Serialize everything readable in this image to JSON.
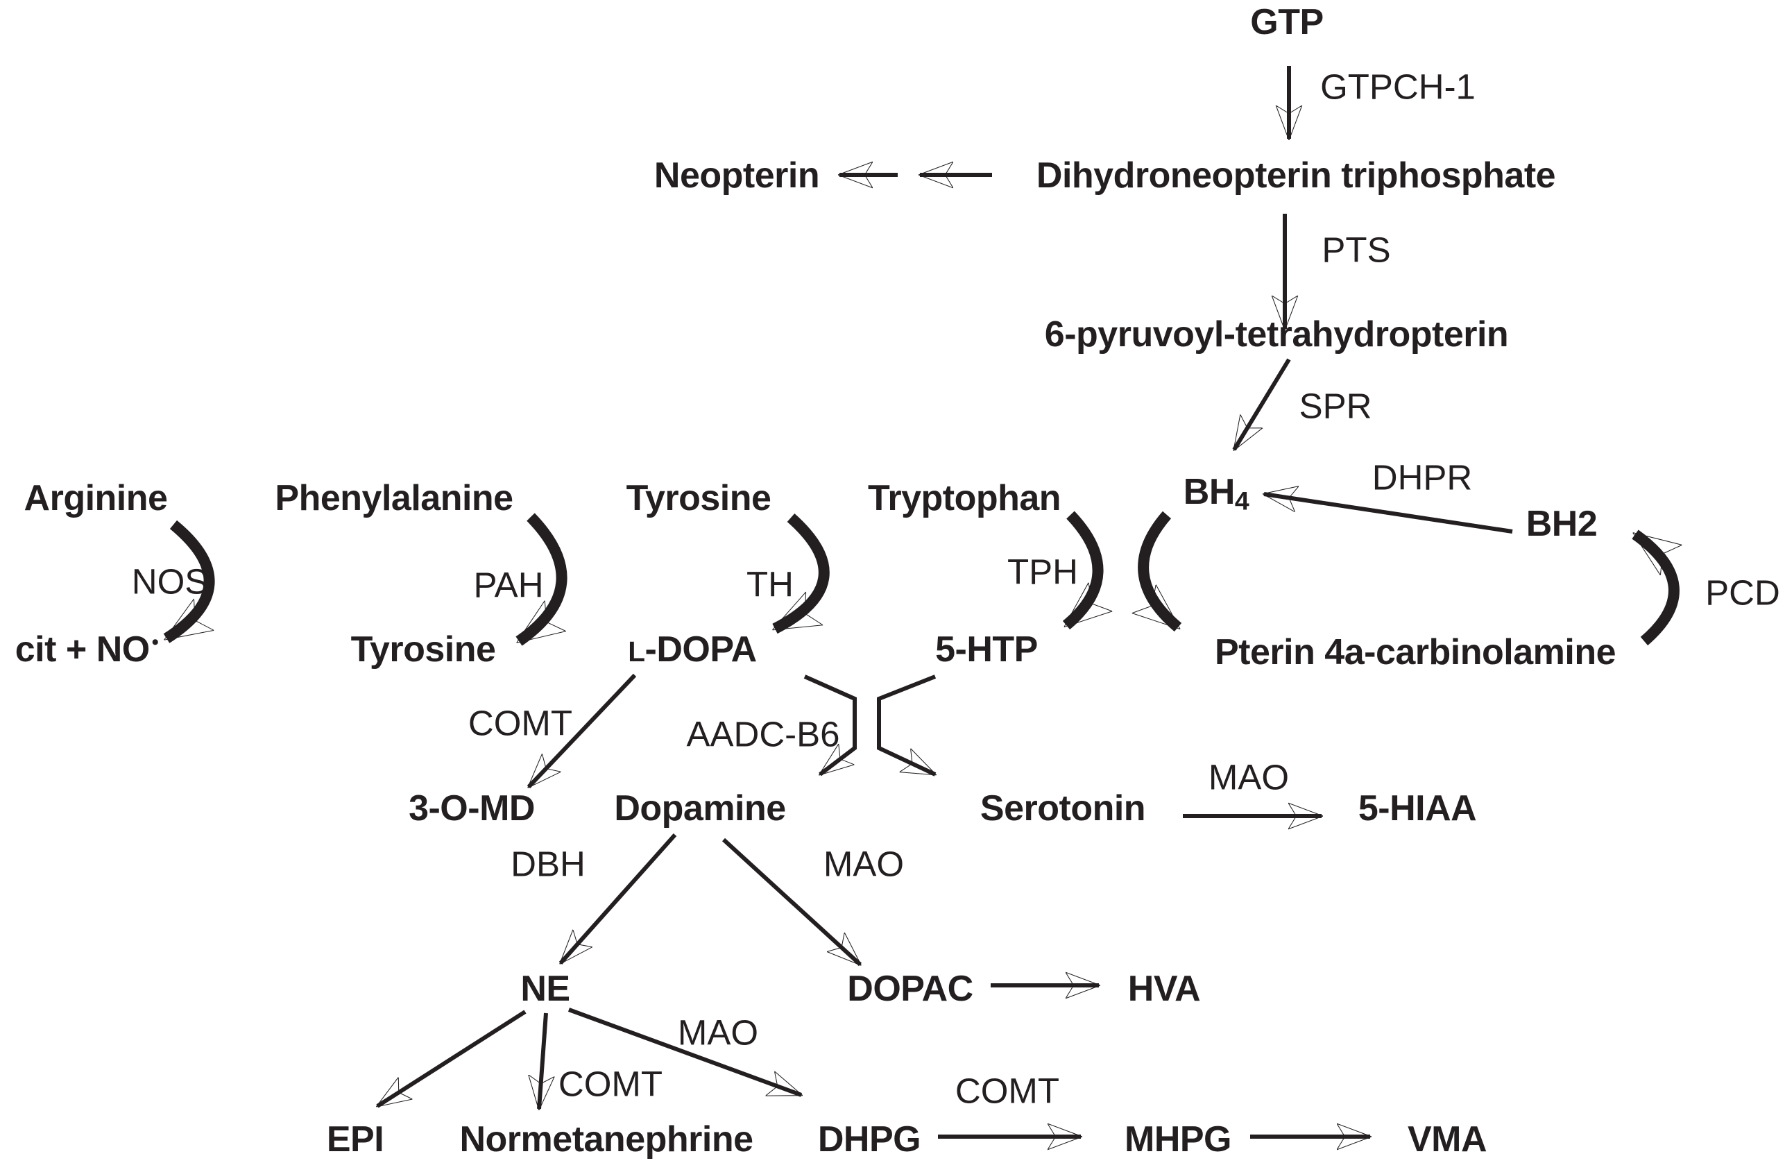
{
  "figure": {
    "description": "Tetrahydrobiopterin (BH4) synthesis and monoamine neurotransmitter metabolism pathway diagram",
    "ink_color": "#231f20",
    "background_color": "#ffffff",
    "nodes": {
      "gtp": "GTP",
      "dihydroneopterin": "Dihydroneopterin triphosphate",
      "neopterin": "Neopterin",
      "pyruvoyl": "6-pyruvoyl-tetrahydropterin",
      "bh4": {
        "base": "BH",
        "sub": "4"
      },
      "bh2": "BH2",
      "arginine": "Arginine",
      "phenylalanine": "Phenylalanine",
      "tyrosine_substrate": "Tyrosine",
      "tryptophan": "Tryptophan",
      "cit_no": {
        "text": "cit + NO",
        "radical": "•"
      },
      "tyrosine_product": "Tyrosine",
      "l_dopa": {
        "lead": "L",
        "rest": "-DOPA"
      },
      "htp_5": "5-HTP",
      "pterin": "Pterin 4a-carbinolamine",
      "o_md_3": "3-O-MD",
      "dopamine": "Dopamine",
      "serotonin": "Serotonin",
      "hiaa_5": "5-HIAA",
      "ne": "NE",
      "dopac": "DOPAC",
      "hva": "HVA",
      "epi": "EPI",
      "normetanephrine": "Normetanephrine",
      "dhpg": "DHPG",
      "mhpg": "MHPG",
      "vma": "VMA"
    },
    "enzymes": {
      "gtpch1": "GTPCH-1",
      "pts": "PTS",
      "spr": "SPR",
      "dhpr": "DHPR",
      "pcd": "PCD",
      "nos": "NOS",
      "pah": "PAH",
      "th": "TH",
      "tph": "TPH",
      "comt_ldopa": "COMT",
      "aadc": "AADC-B6",
      "mao_serotonin": "MAO",
      "dbh": "DBH",
      "mao_dopamine": "MAO",
      "mao_ne": "MAO",
      "comt_ne": "COMT",
      "comt_dhpg": "COMT"
    }
  }
}
